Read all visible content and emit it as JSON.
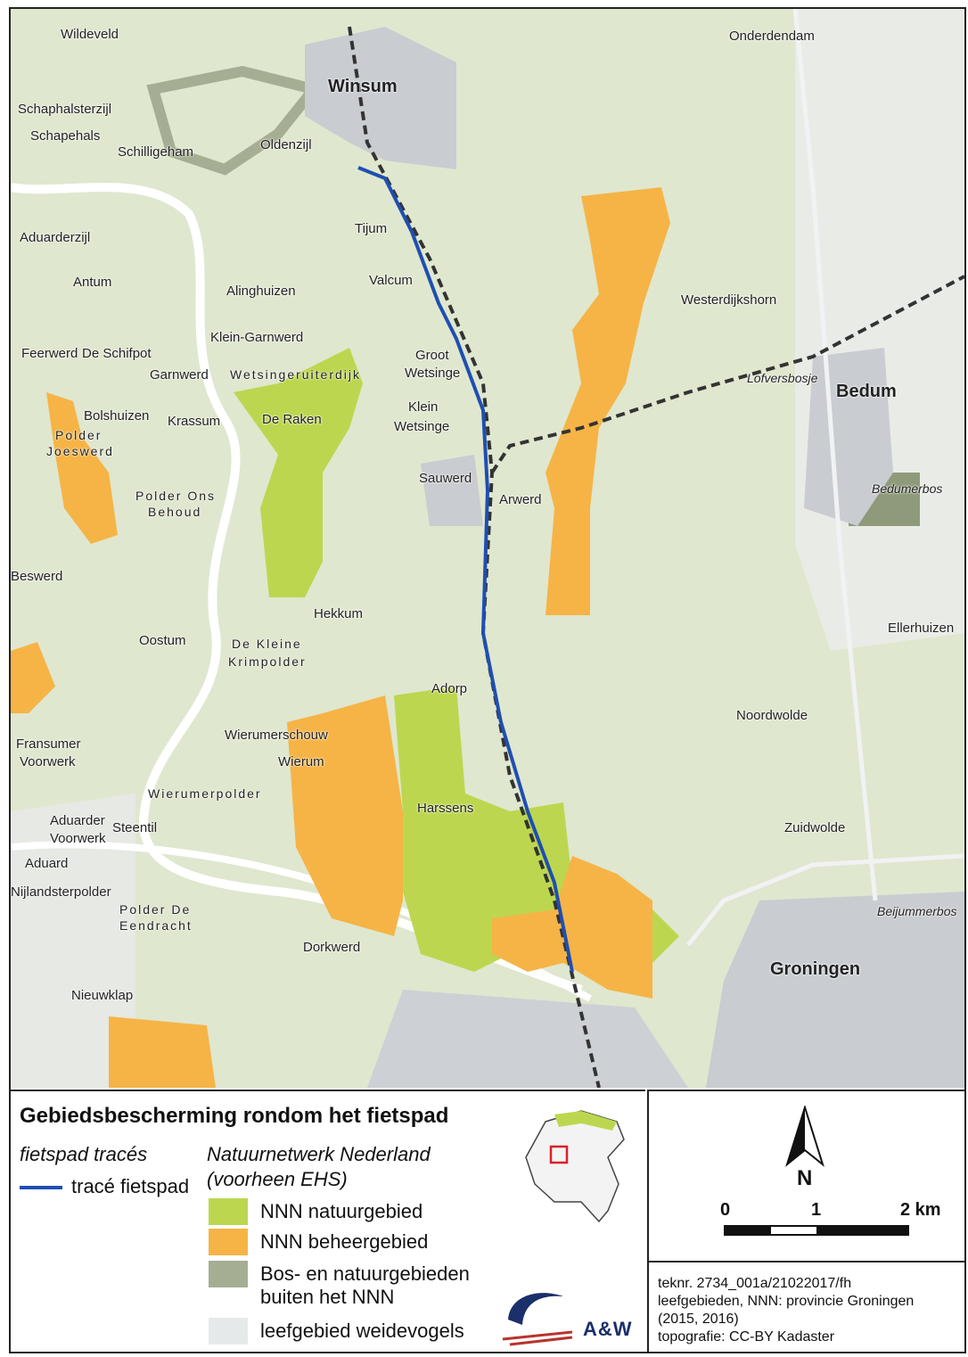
{
  "legend": {
    "title": "Gebiedsbescherming rondom het fietspad",
    "route_heading": "fietspad tracés",
    "route_item": "tracé fietspad",
    "nnn_heading_line1": "Natuurnetwerk Nederland",
    "nnn_heading_line2": "(voorheen EHS)",
    "items": [
      {
        "label": "NNN natuurgebied",
        "color": "#bcd74f"
      },
      {
        "label": "NNN beheergebied",
        "color": "#f6b446"
      },
      {
        "label_line1": "Bos- en natuurgebieden",
        "label_line2": "buiten het NNN",
        "color": "#a5ae92"
      },
      {
        "label": "leefgebied weidevogels",
        "color": "#e6e9ea"
      }
    ],
    "route_color": "#1f4fb0"
  },
  "north_arrow": "N",
  "scale_bar": {
    "labels": [
      "0",
      "1",
      "2 km"
    ]
  },
  "logo": "A&W",
  "credits": [
    "teknr. 2734_001a/21022017/fh",
    "leefgebieden, NNN: provincie Groningen",
    "(2015, 2016)",
    "topografie: CC-BY Kadaster"
  ],
  "places": {
    "wildeveld": "Wildeveld",
    "winsum": "Winsum",
    "onderdendam": "Onderdendam",
    "schaphalsterzijl": "Schaphalsterzijl",
    "schapehals": "Schapehals",
    "schilligeham": "Schilligeham",
    "oldenzijl": "Oldenzijl",
    "aduarderzijl": "Aduarderzijl",
    "tijum": "Tijum",
    "antum": "Antum",
    "valcum": "Valcum",
    "alinghuizen": "Alinghuizen",
    "westerdijkshorn": "Westerdijkshorn",
    "klein_garnwerd": "Klein-Garnwerd",
    "feerwerd": "Feerwerd",
    "de_schipot": "De Schifpot",
    "garnwerd": "Garnwerd",
    "wetsingeruiterdijk": "Wetsingeruiterdijk",
    "groot_wetsinge_1": "Groot",
    "groot_wetsinge_2": "Wetsinge",
    "lofversbosje": "Lofversbosje",
    "bedum": "Bedum",
    "bolshuizen": "Bolshuizen",
    "krassum": "Krassum",
    "de_raken": "De Raken",
    "klein_wetsinge_1": "Klein",
    "klein_wetsinge_2": "Wetsinge",
    "polder_joeswerd_1": "Polder",
    "polder_joeswerd_2": "Joeswerd",
    "sauwerd": "Sauwerd",
    "bedumerbos": "Bedumerbos",
    "polder_ons_1": "Polder Ons",
    "polder_ons_2": "Behoud",
    "arwerd": "Arwerd",
    "beswerd": "Beswerd",
    "hekkum": "Hekkum",
    "ellerhuizen": "Ellerhuizen",
    "oostum": "Oostum",
    "de_kleine_1": "De Kleine",
    "de_kleine_2": "Krimpolder",
    "adorp": "Adorp",
    "noordwolde": "Noordwolde",
    "fransumer_1": "Fransumer",
    "fransumer_2": "Voorwerk",
    "wierumerschouw": "Wierumerschouw",
    "wierum": "Wierum",
    "wierumerpolder": "Wierumerpolder",
    "harssens": "Harssens",
    "aduarder_1": "Aduarder",
    "aduarder_2": "Voorwerk",
    "steentil": "Steentil",
    "zuidwolde": "Zuidwolde",
    "aduard": "Aduard",
    "nijlandsterpolder": "Nijlandsterpolder",
    "polder_de_1": "Polder De",
    "polder_de_2": "Eendracht",
    "beijummerbos": "Beijummerbos",
    "dorkwerd": "Dorkwerd",
    "groningen": "Groningen",
    "nieuwklap": "Nieuwklap"
  }
}
